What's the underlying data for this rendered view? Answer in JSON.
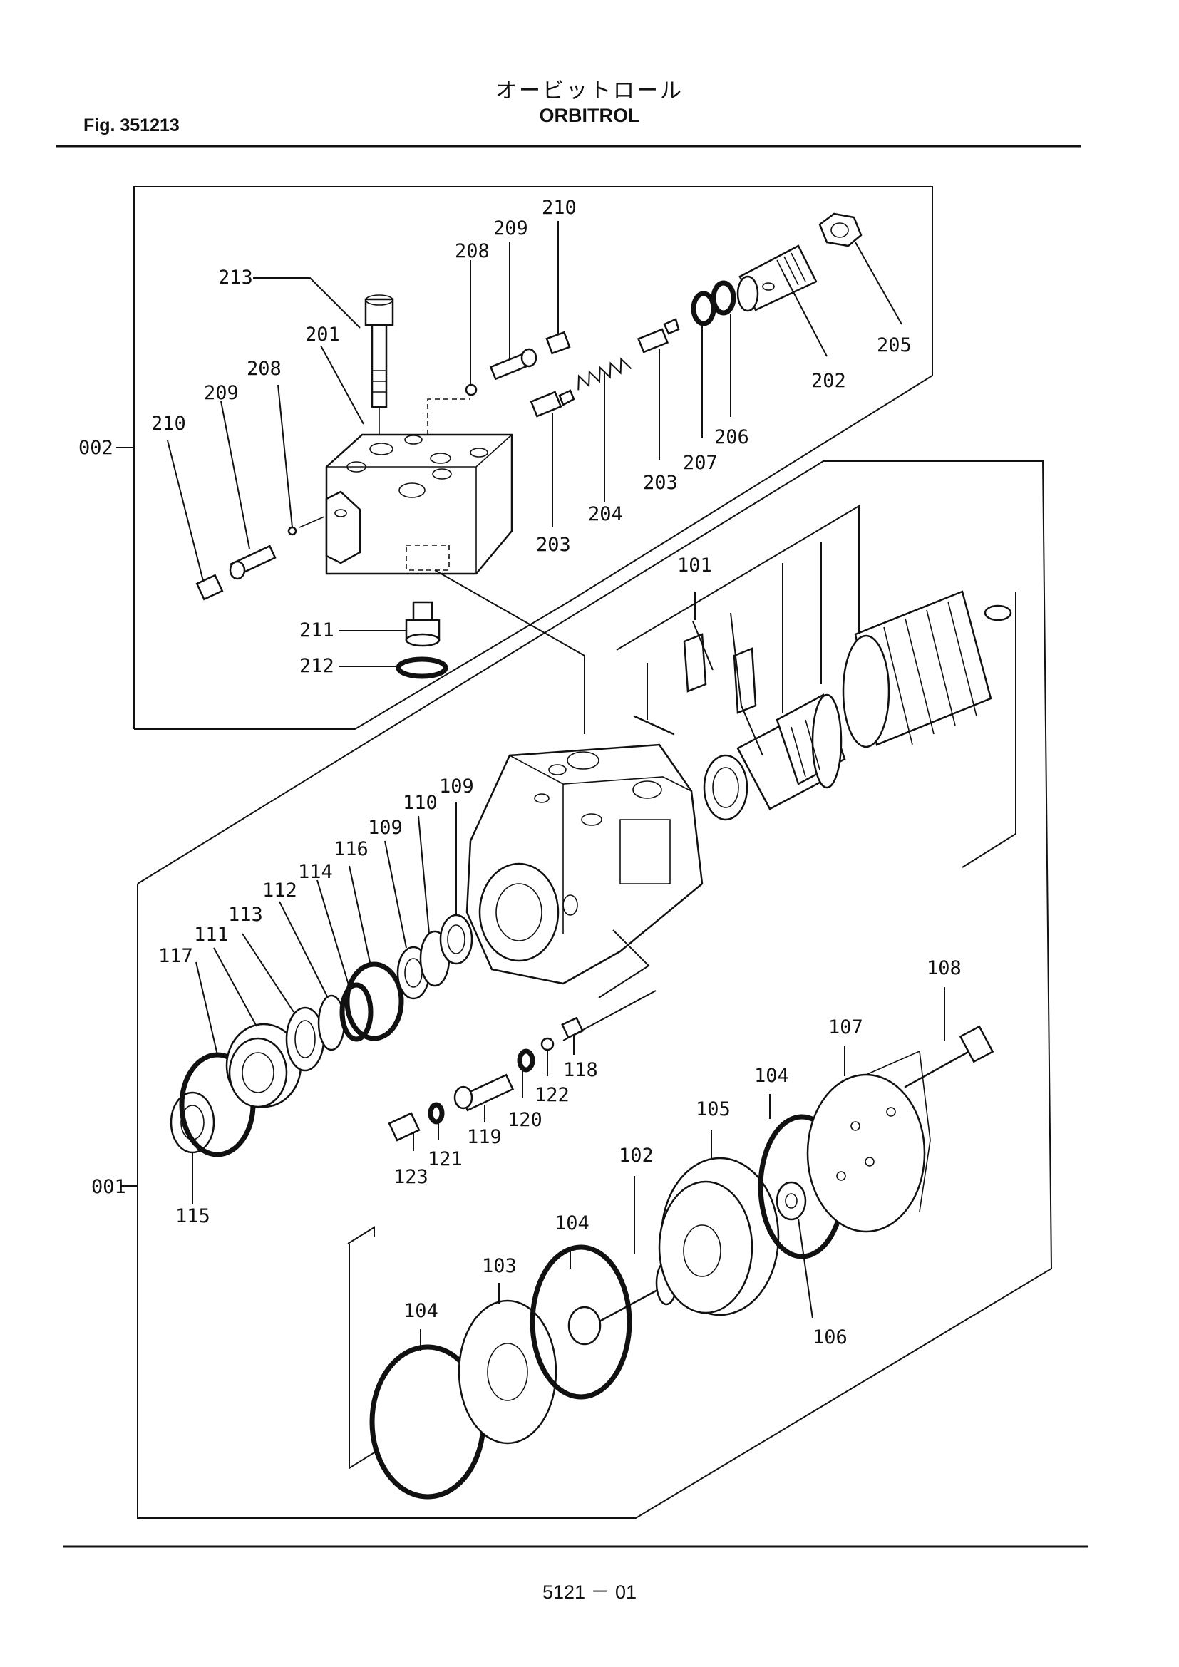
{
  "header": {
    "title_jp": "オービットロール",
    "title_en": "ORBITROL",
    "figure": "Fig. 351213"
  },
  "footer": {
    "page_number": "5121 － 01"
  },
  "assemblies": [
    {
      "id": "002",
      "label": "002"
    },
    {
      "id": "001",
      "label": "001"
    }
  ],
  "callouts": {
    "c101": "101",
    "c102": "102",
    "c103": "103",
    "c104a": "104",
    "c104b": "104",
    "c104c": "104",
    "c105": "105",
    "c106": "106",
    "c107": "107",
    "c108": "108",
    "c109a": "109",
    "c109b": "109",
    "c110": "110",
    "c111": "111",
    "c112": "112",
    "c113": "113",
    "c114": "114",
    "c115": "115",
    "c116": "116",
    "c117": "117",
    "c118": "118",
    "c119": "119",
    "c120": "120",
    "c121": "121",
    "c122": "122",
    "c123": "123",
    "c201": "201",
    "c202": "202",
    "c203a": "203",
    "c203b": "203",
    "c204": "204",
    "c205": "205",
    "c206": "206",
    "c207": "207",
    "c208a": "208",
    "c208b": "208",
    "c209a": "209",
    "c209b": "209",
    "c210a": "210",
    "c210b": "210",
    "c211": "211",
    "c212": "212",
    "c213": "213"
  }
}
